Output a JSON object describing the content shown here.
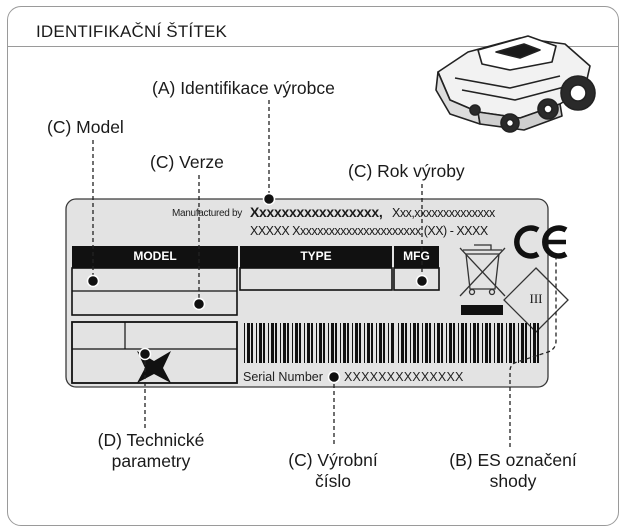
{
  "header": {
    "title": "IDENTIFIKAČNÍ ŠTÍTEK"
  },
  "callouts": {
    "manufacturer": "(A) Identifikace výrobce",
    "model": "(C) Model",
    "version": "(C) Verze",
    "year": "(C) Rok výroby",
    "technical_line1": "(D) Technické",
    "technical_line2": "parametry",
    "serial_line1": "(C) Výrobní",
    "serial_line2": "číslo",
    "ce_line1": "(B) ES označení",
    "ce_line2": "shody"
  },
  "plate": {
    "manufactured_by_label": "Manufactured by",
    "manufacturer_name": "Xxxxxxxxxxxxxxxxx,",
    "address_line1_tail": "Xxx,xxxxxxxxxxxxxx",
    "address_line2": "XXXXX Xxxxxxxxxxxxxxxxxxxxxx (XX) - XXXX",
    "model_header": "MODEL",
    "type_header": "TYPE",
    "mfg_header": "MFG",
    "serial_label": "Serial Number",
    "serial_value": "XXXXXXXXXXXXXX",
    "class_mark": "III",
    "ce_mark": "CE"
  }
}
